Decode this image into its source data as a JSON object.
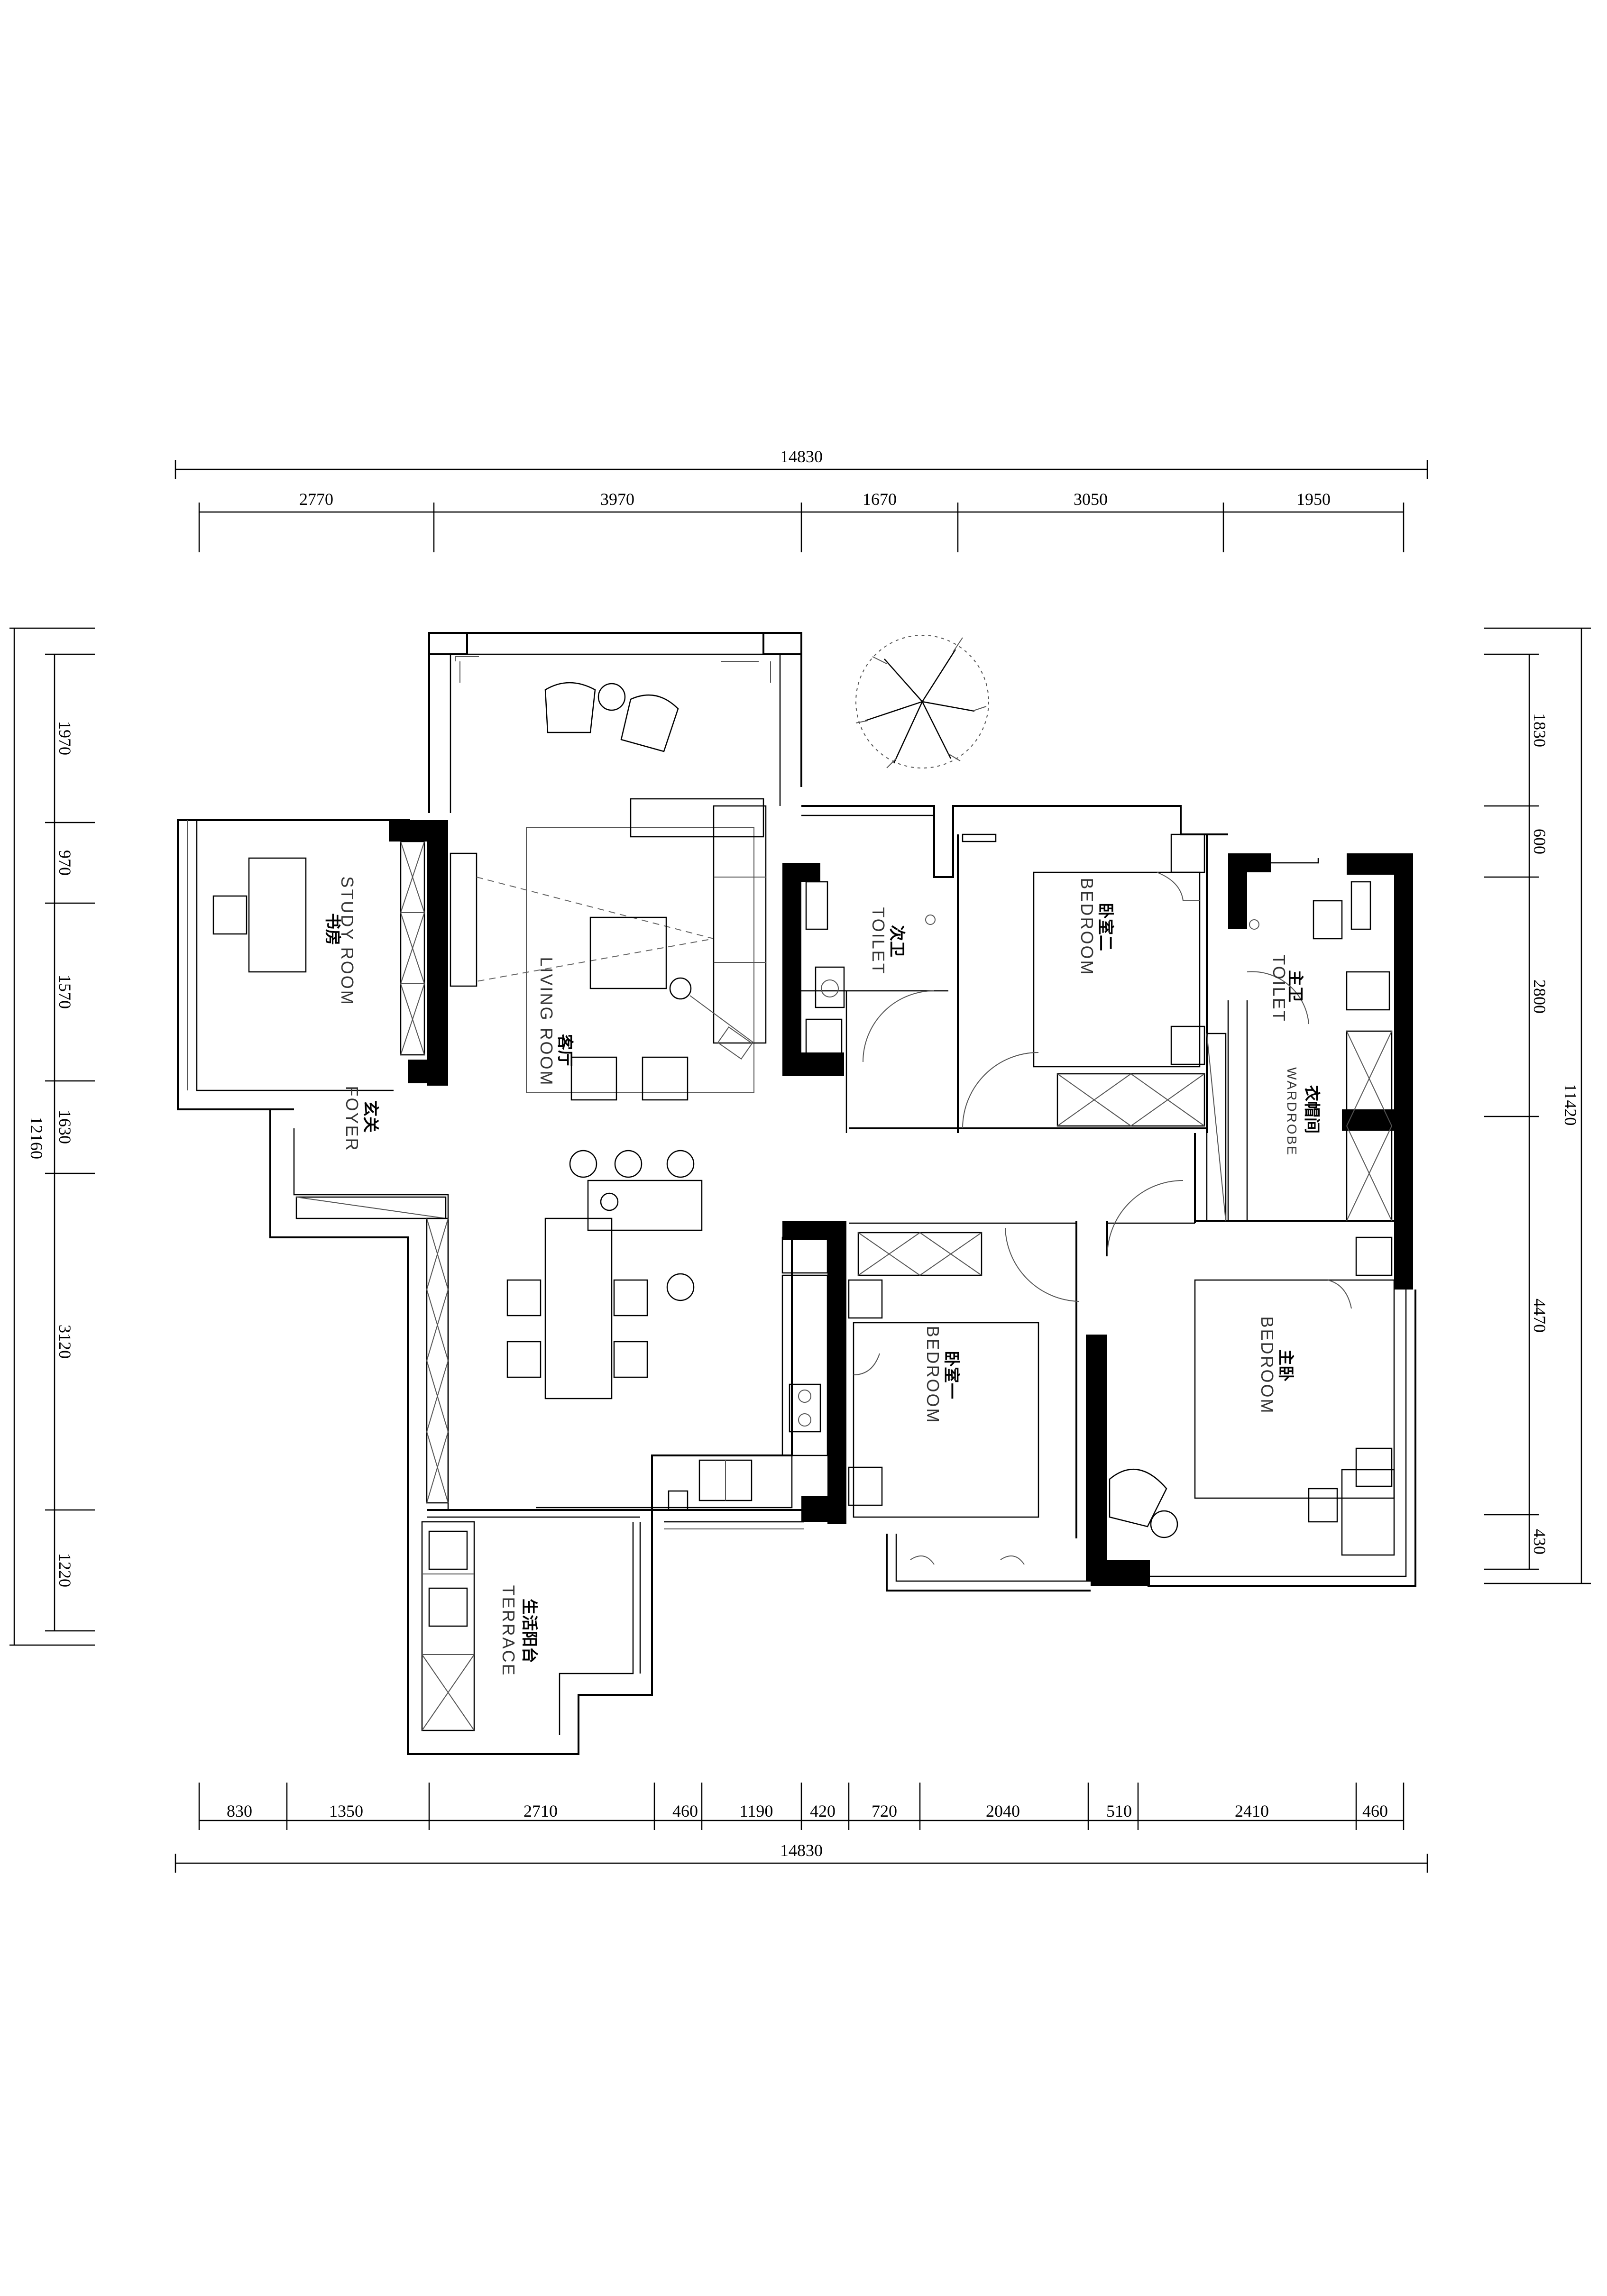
{
  "dimensions": {
    "top_total": "14830",
    "top_segments": [
      "2770",
      "3970",
      "1670",
      "3050",
      "1950"
    ],
    "bottom_total": "14830",
    "bottom_segments": [
      "830",
      "1350",
      "2710",
      "460",
      "1190",
      "420",
      "720",
      "2040",
      "510",
      "2410",
      "460"
    ],
    "left_total": "12160",
    "left_segments": [
      "1970",
      "970",
      "1570",
      "1630",
      "3120",
      "1220"
    ],
    "right_total": "11420",
    "right_segments": [
      "1830",
      "600",
      "2800",
      "4470",
      "430"
    ]
  },
  "rooms": {
    "study": {
      "cn": "书房",
      "en": "STUDY ROOM"
    },
    "living": {
      "cn": "客厅",
      "en": "LIVING ROOM"
    },
    "foyer": {
      "cn": "玄关",
      "en": "FOYER"
    },
    "toilet2": {
      "cn": "次卫",
      "en": "TOILET"
    },
    "bedroom2": {
      "cn": "卧室二",
      "en": "BEDROOM"
    },
    "master_toilet": {
      "cn": "主卫",
      "en": "TOILET"
    },
    "wardrobe": {
      "cn": "衣帽间",
      "en": "WARDROBE"
    },
    "bedroom1": {
      "cn": "卧室一",
      "en": "BEDROOM"
    },
    "master_bedroom": {
      "cn": "主卧",
      "en": "BEDROOM"
    },
    "terrace": {
      "cn": "生活阳台",
      "en": "TERRACE"
    }
  }
}
